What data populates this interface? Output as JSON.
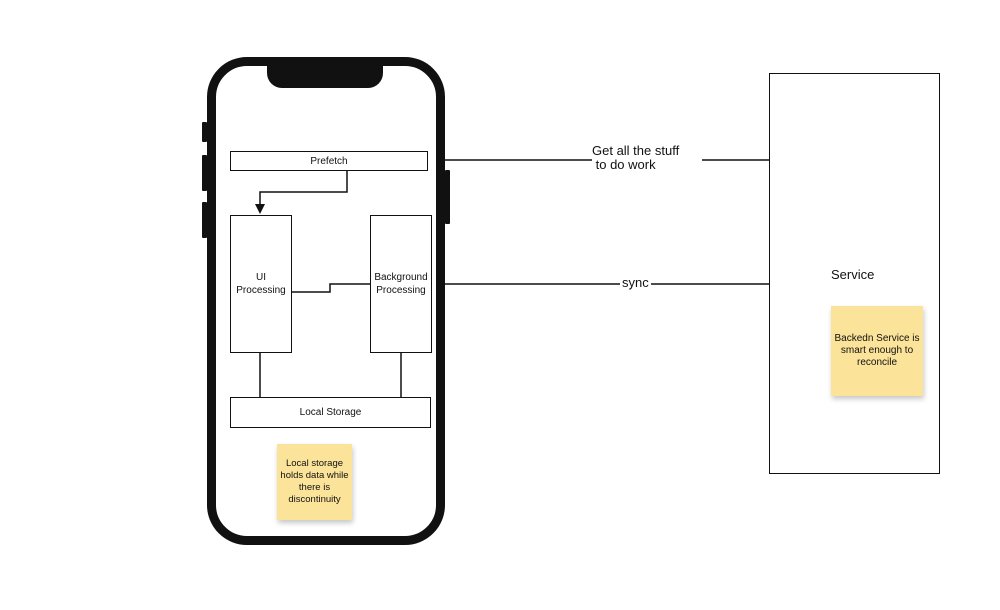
{
  "phone": {
    "prefetch": "Prefetch",
    "ui_processing": "UI\nProcessing",
    "background_processing": "Background\nProcessing",
    "local_storage": "Local Storage",
    "note_local_storage": "Local storage holds data while there is discontinuity"
  },
  "service": {
    "label": "Service",
    "note": "Backedn Service is smart enough to reconcile"
  },
  "edges": {
    "prefetch_to_service": "Get all the stuff\n to do work",
    "background_to_service": "sync"
  }
}
